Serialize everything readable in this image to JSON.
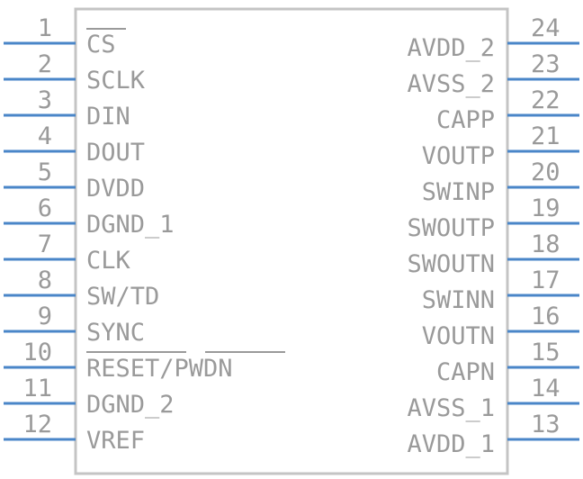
{
  "component": {
    "left_pins": [
      {
        "number": "1",
        "name": "CS",
        "overbar": true
      },
      {
        "number": "2",
        "name": "SCLK",
        "overbar": false
      },
      {
        "number": "3",
        "name": "DIN",
        "overbar": false
      },
      {
        "number": "4",
        "name": "DOUT",
        "overbar": false
      },
      {
        "number": "5",
        "name": "DVDD",
        "overbar": false
      },
      {
        "number": "6",
        "name": "DGND_1",
        "overbar": false
      },
      {
        "number": "7",
        "name": "CLK",
        "overbar": false
      },
      {
        "number": "8",
        "name": "SW/TD",
        "overbar": false
      },
      {
        "number": "9",
        "name": "SYNC",
        "overbar": false
      },
      {
        "number": "10",
        "name": "RESET/PWDN",
        "overbar": true
      },
      {
        "number": "11",
        "name": "DGND_2",
        "overbar": false
      },
      {
        "number": "12",
        "name": "VREF",
        "overbar": false
      }
    ],
    "right_pins": [
      {
        "number": "24",
        "name": "AVDD_2",
        "overbar": false
      },
      {
        "number": "23",
        "name": "AVSS_2",
        "overbar": false
      },
      {
        "number": "22",
        "name": "CAPP",
        "overbar": false
      },
      {
        "number": "21",
        "name": "VOUTP",
        "overbar": false
      },
      {
        "number": "20",
        "name": "SWINP",
        "overbar": false
      },
      {
        "number": "19",
        "name": "SWOUTP",
        "overbar": false
      },
      {
        "number": "18",
        "name": "SWOUTN",
        "overbar": false
      },
      {
        "number": "17",
        "name": "SWINN",
        "overbar": false
      },
      {
        "number": "16",
        "name": "VOUTN",
        "overbar": false
      },
      {
        "number": "15",
        "name": "CAPN",
        "overbar": false
      },
      {
        "number": "14",
        "name": "AVSS_1",
        "overbar": false
      },
      {
        "number": "13",
        "name": "AVDD_1",
        "overbar": false
      }
    ],
    "colors": {
      "pin": "#4a86c8",
      "text": "#9a9a9a",
      "body": "#c4c4c4"
    }
  }
}
